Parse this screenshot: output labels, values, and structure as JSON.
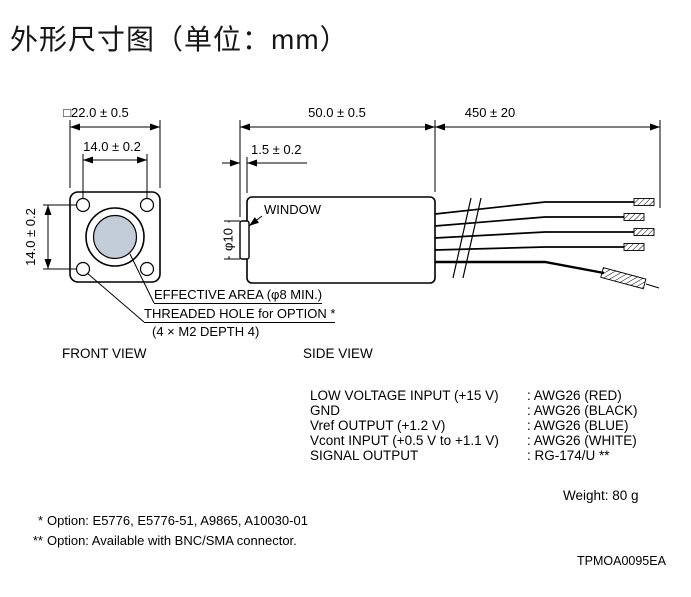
{
  "title": "外形尺寸图（单位：mm）",
  "front_view": {
    "dim_outer": "□22.0 ± 0.5",
    "dim_holes_h": "14.0 ± 0.2",
    "dim_holes_v": "14.0 ± 0.2",
    "label": "FRONT VIEW",
    "effective_area": "EFFECTIVE AREA (φ8 MIN.)",
    "threaded_hole": "THREADED HOLE for OPTION *",
    "threaded_hole_detail": "(4 × M2 DEPTH 4)"
  },
  "side_view": {
    "dim_length": "50.0 ± 0.5",
    "dim_window_offset": "1.5 ± 0.2",
    "dim_cable_length": "450 ± 20",
    "dim_window_dia": "φ10",
    "window_label": "WINDOW",
    "label": "SIDE VIEW"
  },
  "wire_table": {
    "rows": [
      {
        "label": "LOW VOLTAGE INPUT (+15 V)",
        "value": ": AWG26 (RED)"
      },
      {
        "label": "GND",
        "value": ": AWG26 (BLACK)"
      },
      {
        "label": "Vref OUTPUT (+1.2 V)",
        "value": ": AWG26 (BLUE)"
      },
      {
        "label": "Vcont INPUT (+0.5 V to +1.1 V)",
        "value": ": AWG26 (WHITE)"
      },
      {
        "label": "SIGNAL OUTPUT",
        "value": ": RG-174/U **"
      }
    ]
  },
  "weight": "Weight: 80 g",
  "notes": [
    {
      "marker": "*",
      "text": "Option: E5776, E5776-51, A9865, A10030-01"
    },
    {
      "marker": "**",
      "text": "Option: Available with BNC/SMA connector."
    }
  ],
  "doc_code": "TPMOA0095EA",
  "colors": {
    "line": "#000000",
    "window_fill": "#c2cdd8"
  }
}
